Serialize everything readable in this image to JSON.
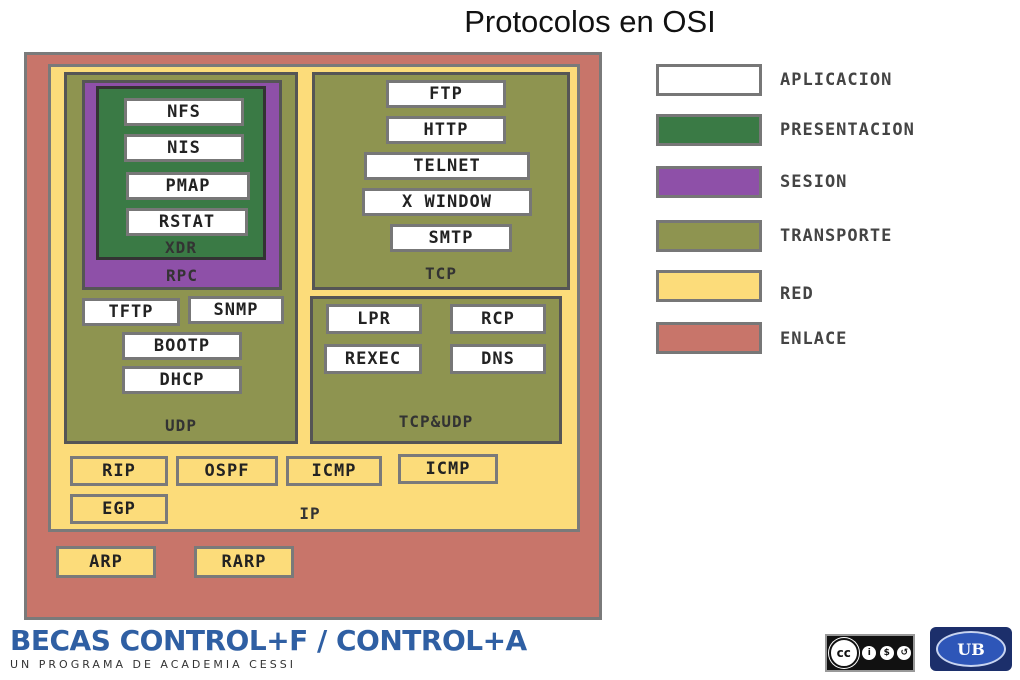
{
  "title": "Protocolos en OSI",
  "layers": {
    "enlace_protocols": [
      "ARP",
      "RARP"
    ],
    "ip": {
      "label": "IP",
      "protocols": [
        "RIP",
        "OSPF",
        "ICMP",
        "ICMP",
        "EGP"
      ]
    },
    "udp": {
      "label": "UDP",
      "rpc_label": "RPC",
      "xdr_label": "XDR",
      "app_in_xdr": [
        "NFS",
        "NIS",
        "PMAP",
        "RSTAT"
      ],
      "apps": [
        "TFTP",
        "SNMP",
        "BOOTP",
        "DHCP"
      ]
    },
    "tcp": {
      "label": "TCP",
      "apps": [
        "FTP",
        "HTTP",
        "TELNET",
        "X WINDOW",
        "SMTP"
      ]
    },
    "tcpudp": {
      "label": "TCP&UDP",
      "apps": [
        "LPR",
        "RCP",
        "REXEC",
        "DNS"
      ]
    }
  },
  "legend": [
    {
      "label": "APLICACION",
      "color": "#ffffff"
    },
    {
      "label": "PRESENTACION",
      "color": "#3a7a45"
    },
    {
      "label": "SESION",
      "color": "#8e50a8"
    },
    {
      "label": "TRANSPORTE",
      "color": "#8e9450"
    },
    {
      "label": "RED",
      "color": "#fcdc7a"
    },
    {
      "label": "ENLACE",
      "color": "#c8756a"
    }
  ],
  "footer": {
    "brand": "BECAS CONTROL+F / CONTROL+A",
    "subtitle": "UN PROGRAMA DE ACADEMIA CESSI",
    "license_badge": "cc BY NC SA",
    "logo": "UB"
  }
}
